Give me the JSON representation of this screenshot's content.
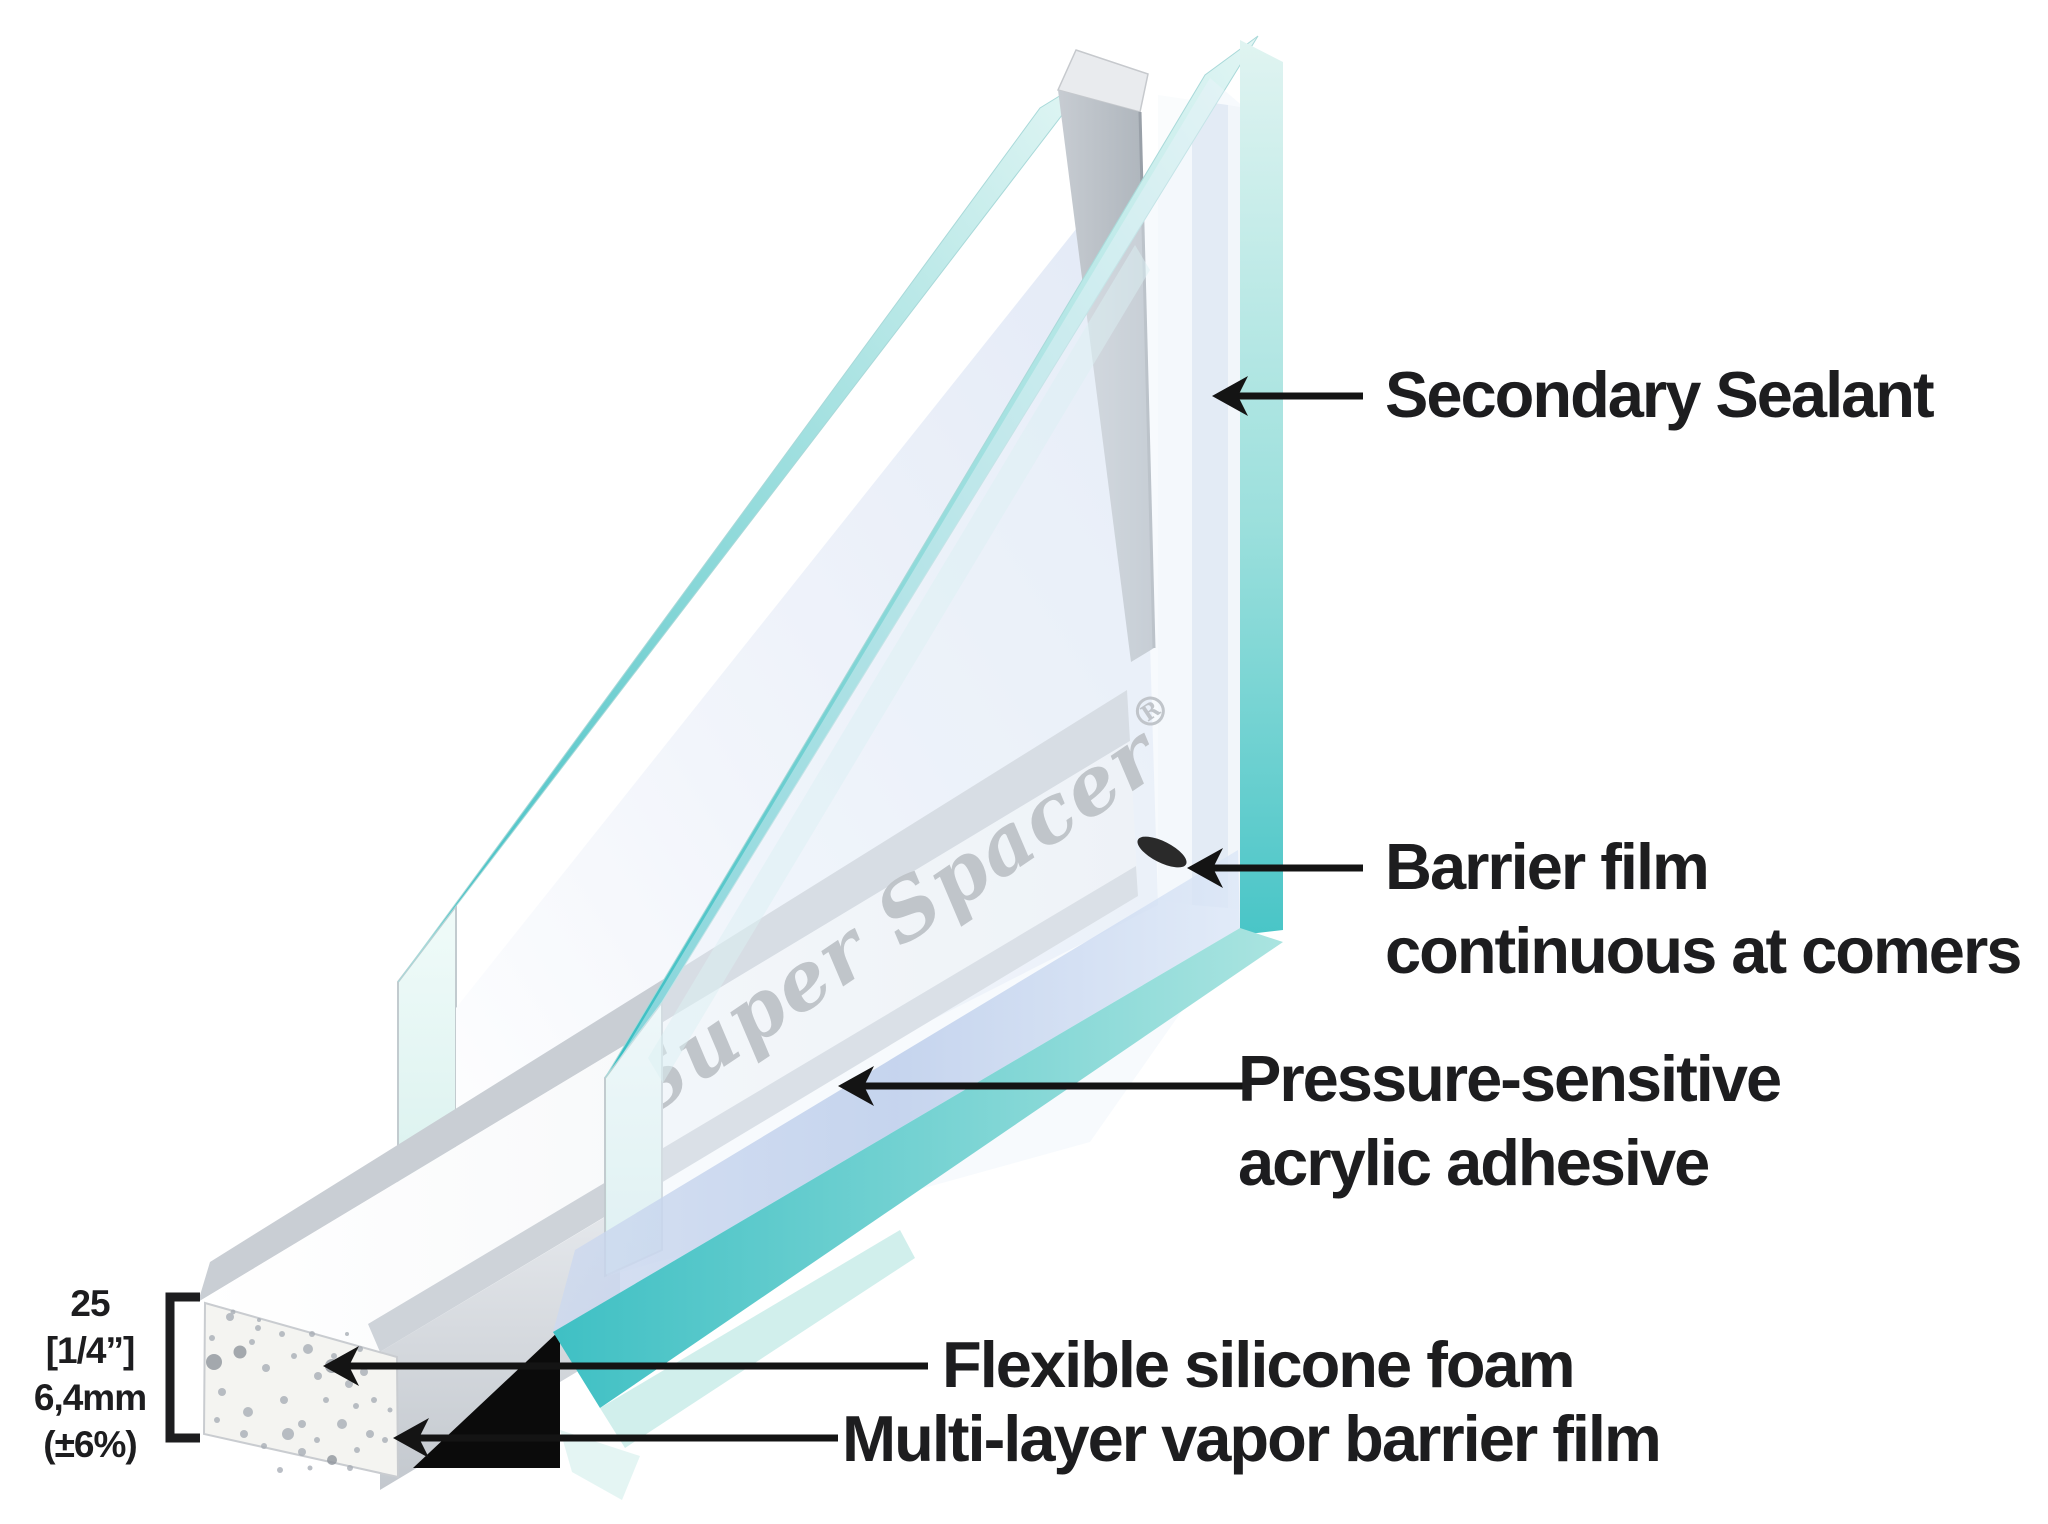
{
  "page": {
    "background": "#ffffff",
    "description": "Super Spacer insulated glass unit edge diagram"
  },
  "labels": {
    "secondary_sealant": "Secondary Sealant",
    "barrier_film": {
      "line1": "Barrier film",
      "line2": "continuous at comers"
    },
    "pressure_adhesive": {
      "line1": "Pressure-sensitive",
      "line2": "acrylic adhesive"
    },
    "flexible_foam": "Flexible silicone foam",
    "vapor_barrier": "Multi-layer vapor barrier film"
  },
  "dimension": {
    "lines": [
      "25",
      "[1/4”]",
      "6,4mm",
      "(±6%)"
    ]
  },
  "watermark": {
    "brand": "Super Spacer",
    "registered": "®"
  },
  "colors": {
    "teal_edge": "#3fc0c4",
    "teal_pale": "#dcf3f1",
    "glass_face": "#e4ebf7",
    "spacer_gray": "#b7bdc4",
    "band_gray": "#c9ced4",
    "foam": "#f4f4f1",
    "arrow_black": "#141414",
    "text": "#1d1d1f"
  }
}
